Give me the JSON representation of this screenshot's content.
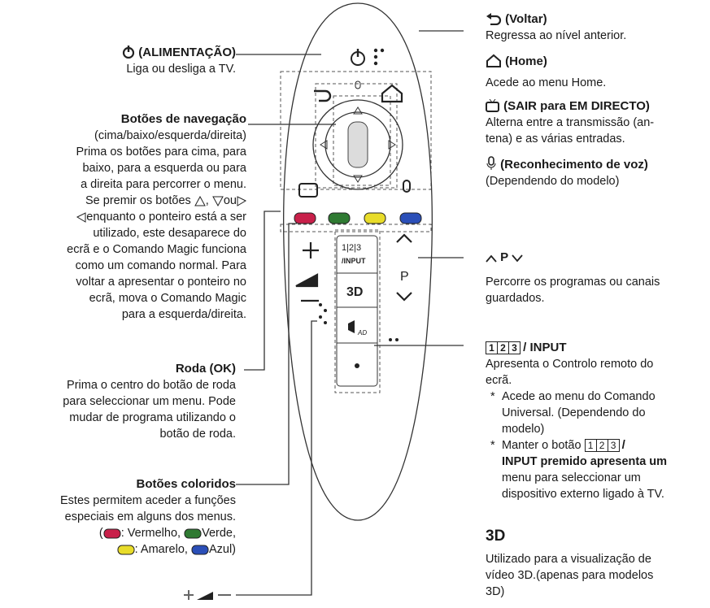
{
  "left": {
    "power": {
      "title": "(ALIMENTAÇÃO)",
      "desc": "Liga ou desliga a TV.",
      "icon": "power-icon"
    },
    "nav": {
      "title": "Botões de navegação",
      "subtitle": "(cima/baixo/esquerda/direita)",
      "lines": [
        "Prima os botões para cima, para",
        "baixo, para a esquerda ou para",
        "a direita para percorrer o menu.",
        "Se premir os botões",
        "enquanto o ponteiro está a ser",
        "utilizado, este desaparece do",
        "ecrã e o Comando Magic funciona",
        "como um comando normal. Para",
        "voltar a apresentar o ponteiro no",
        "ecrã, mova o Comando Magic",
        "para a esquerda/direita."
      ],
      "inline_sep": ",",
      "inline_or": "ou"
    },
    "wheel": {
      "title": "Roda (OK)",
      "lines": [
        "Prima o centro do botão de roda",
        "para seleccionar um menu. Pode",
        "mudar de programa utilizando o",
        "botão de roda."
      ]
    },
    "colors": {
      "title": "Botões coloridos",
      "lines": [
        "Estes permitem aceder a funções",
        "especiais em alguns dos menus."
      ],
      "red": ": Vermelho,",
      "green": "Verde,",
      "yellow": ": Amarelo,",
      "blue": "Azul)",
      "open_paren": "(",
      "swatches": {
        "red": "#c8204a",
        "green": "#2f7a32",
        "yellow": "#e8dc2a",
        "blue": "#2b4fb8"
      }
    }
  },
  "right": {
    "back": {
      "title": "(Voltar)",
      "desc": "Regressa ao nível anterior."
    },
    "home": {
      "title": "(Home)",
      "desc": "Acede ao menu Home."
    },
    "live": {
      "title": "(SAIR para EM DIRECTO)",
      "lines": [
        "Alterna entre a transmissão (an-",
        "tena) e as várias entradas."
      ]
    },
    "voice": {
      "title": "(Reconhecimento de voz)",
      "desc": "(Dependendo do modelo)"
    },
    "program": {
      "p": "P",
      "lines": [
        "Percorre os programas ou canais",
        "guardados."
      ]
    },
    "input": {
      "nums": [
        "1",
        "2",
        "3"
      ],
      "title": "/ INPUT",
      "desc": "Apresenta o Controlo remoto do",
      "desc2": "ecrã.",
      "bullet1": [
        "Acede ao menu do Comando",
        "Universal. (Dependendo do",
        "modelo)"
      ],
      "bullet2_a": "Manter o botão",
      "bullet2_b": "/",
      "bullet2_c": "INPUT premido apresenta um",
      "bullet2_lines": [
        "menu para seleccionar um",
        "dispositivo externo ligado à TV."
      ]
    },
    "three_d": {
      "icon_text": "3D",
      "lines": [
        "Utilizado para a visualização de",
        "vídeo 3D.(apenas para modelos",
        "3D)"
      ]
    }
  },
  "remote": {
    "input_label": "/INPUT",
    "nums": "123",
    "three_d": "3D",
    "p_label": "P",
    "ad_label": "AD"
  }
}
